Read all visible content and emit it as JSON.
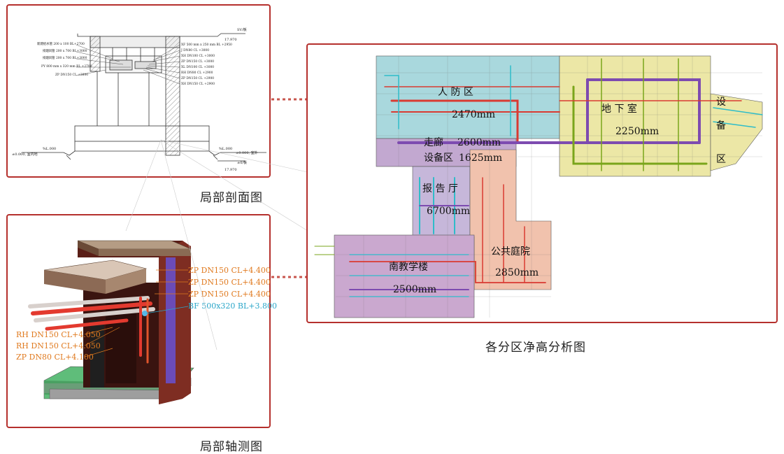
{
  "captions": {
    "section": "局部剖面图",
    "axonometric": "局部轴测图",
    "plan": "各分区净高分析图"
  },
  "section_drawing": {
    "left_notes": [
      "新建给水管 200 x 100  BL+2700",
      "排烟风管 200 x 700  BL+3000",
      "排烟风管 200 x 700  BL+3000",
      "PY 800 mm x 320 mm  BL +2700",
      "ZP DN150 CL +2800"
    ],
    "right_notes": [
      "XF 500 mm x 250 mm  BL +2950",
      "J DN80 CL +3000",
      "XH DN100 CL +3000",
      "ZP DN150 CL +3000",
      "XL DN100 CL +3000",
      "RH DN80 CL +2900",
      "ZP DN150 CL +2900",
      "XH DN150 CL +2900"
    ],
    "elevations": {
      "top_right_1": "SV/板",
      "top_right_2": "17.970",
      "left_level": "%L.000",
      "left_level_label": "±0.000,  室内地",
      "right_level": "%L.000",
      "right_level_label": "±0.000,  室外",
      "bottom_right_1": "±0/板",
      "bottom_right_2": "17.970"
    }
  },
  "axonometric_labels": {
    "right": [
      {
        "text": "ZP DN150 CL+4.400",
        "color": "#e07a1f"
      },
      {
        "text": "ZP DN150 CL+4.400",
        "color": "#e07a1f"
      },
      {
        "text": "ZP DN150 CL+4.400",
        "color": "#e07a1f"
      },
      {
        "text": "BF 500x320 BL+3.800",
        "color": "#2aa6c9"
      }
    ],
    "left": [
      {
        "text": "RH DN150 CL+4.050",
        "color": "#e07a1f"
      },
      {
        "text": "RH DN150 CL+4.050",
        "color": "#e07a1f"
      },
      {
        "text": "ZP DN80 CL+4.100",
        "color": "#e07a1f"
      }
    ]
  },
  "plan_zones": [
    {
      "name": "人 防 区",
      "height": "2470mm",
      "fill": "#a9d8dd"
    },
    {
      "name": "地 下 室",
      "height": "2250mm",
      "fill": "#ece7a6"
    },
    {
      "name": "设 备 区",
      "height": "",
      "fill": "#ece7a6"
    },
    {
      "name": "走廊",
      "height": "2600mm",
      "fill": "#c2a8d0"
    },
    {
      "name": "设备区",
      "height": "1625mm",
      "fill": "#c2a8d0"
    },
    {
      "name": "报 告 厅",
      "height": "6700mm",
      "fill": "#c6b7da"
    },
    {
      "name": "公共庭院",
      "height": "2850mm",
      "fill": "#f1c2ad"
    },
    {
      "name": "南教学楼",
      "height": "2500mm",
      "fill": "#caa8cf"
    }
  ],
  "colors": {
    "frame": "#b5302d",
    "pipe_red": "#d93a32",
    "pipe_purple": "#7d4bb0",
    "pipe_cyan": "#2fbcc9",
    "pipe_green": "#7aa51b"
  }
}
